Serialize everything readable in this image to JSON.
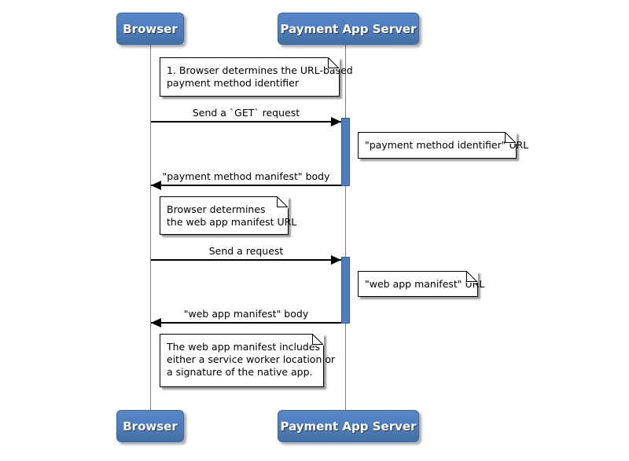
{
  "colors": {
    "background": "#ffffff",
    "actor_fill": "#4f7dbe",
    "actor_border": "#3c66a2",
    "actor_text": "#ffffff",
    "activation_fill": "#4f7dbe",
    "activation_border": "#2d5e9e",
    "lifeline": "#7d7d7d",
    "note_fill": "#ffffff",
    "note_border": "#000000",
    "message": "#000000"
  },
  "actors": {
    "browser": {
      "label": "Browser"
    },
    "server": {
      "label": "Payment App Server"
    }
  },
  "messages": [
    {
      "from": "browser",
      "to": "server",
      "label": "Send a `GET` request"
    },
    {
      "from": "server",
      "to": "browser",
      "label": "\"payment method manifest\" body"
    },
    {
      "from": "browser",
      "to": "server",
      "label": "Send a request"
    },
    {
      "from": "server",
      "to": "browser",
      "label": "\"web app manifest\" body"
    }
  ],
  "notes": [
    {
      "placement": "over messages",
      "lines": [
        "1. Browser determines the URL-based",
        "payment method identifier"
      ]
    },
    {
      "placement": "right of server",
      "lines": [
        "\"payment method identifier\" URL"
      ]
    },
    {
      "placement": "over browser",
      "lines": [
        "Browser determines",
        "the web app manifest URL"
      ]
    },
    {
      "placement": "right of server",
      "lines": [
        "\"web app manifest\" URL"
      ]
    },
    {
      "placement": "over browser",
      "lines": [
        "The web app manifest includes",
        "either a service worker location or",
        "a signature of the native app."
      ]
    }
  ]
}
